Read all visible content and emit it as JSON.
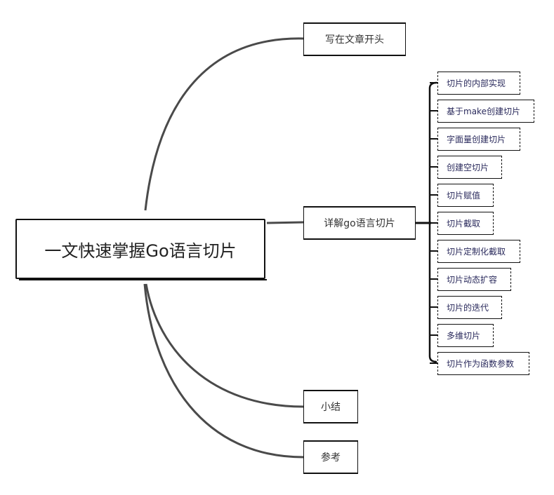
{
  "diagram": {
    "type": "mind-map",
    "style": "hand-drawn",
    "colors": {
      "line": "#4a4a4a",
      "border": "#111111",
      "main_text": "#333333",
      "sub_text": "#2a2a5c"
    },
    "root": {
      "label": "一文快速掌握Go语言切片"
    },
    "branches": [
      {
        "label": "写在文章开头"
      },
      {
        "label": "详解go语言切片",
        "children": [
          {
            "label": "切片的内部实现"
          },
          {
            "label": "基于make创建切片"
          },
          {
            "label": "字面量创建切片"
          },
          {
            "label": "创建空切片"
          },
          {
            "label": "切片赋值"
          },
          {
            "label": "切片截取"
          },
          {
            "label": "切片定制化截取"
          },
          {
            "label": "切片动态扩容"
          },
          {
            "label": "切片的迭代"
          },
          {
            "label": "多维切片"
          },
          {
            "label": "切片作为函数参数"
          }
        ]
      },
      {
        "label": "小结"
      },
      {
        "label": "参考"
      }
    ]
  }
}
